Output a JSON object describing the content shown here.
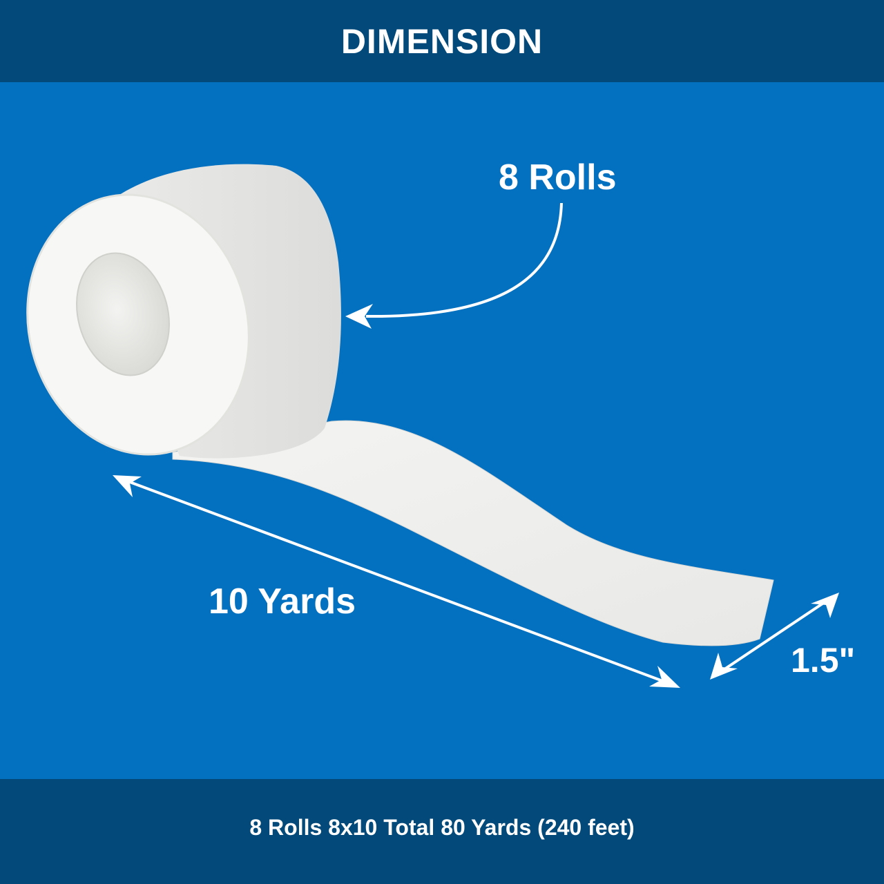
{
  "header": {
    "title": "DIMENSION"
  },
  "product": {
    "image": "white-athletic-tape-roll-unrolled",
    "rolls_label": "8 Rolls",
    "length_label": "10 Yards",
    "width_label": "1.5\""
  },
  "footer": {
    "text": "8 Rolls 8x10 Total 80 Yards (240 feet)"
  },
  "colors": {
    "banner": "#034a7a",
    "background": "#0470c0",
    "text": "#ffffff",
    "tape": "#f2f2f0"
  }
}
